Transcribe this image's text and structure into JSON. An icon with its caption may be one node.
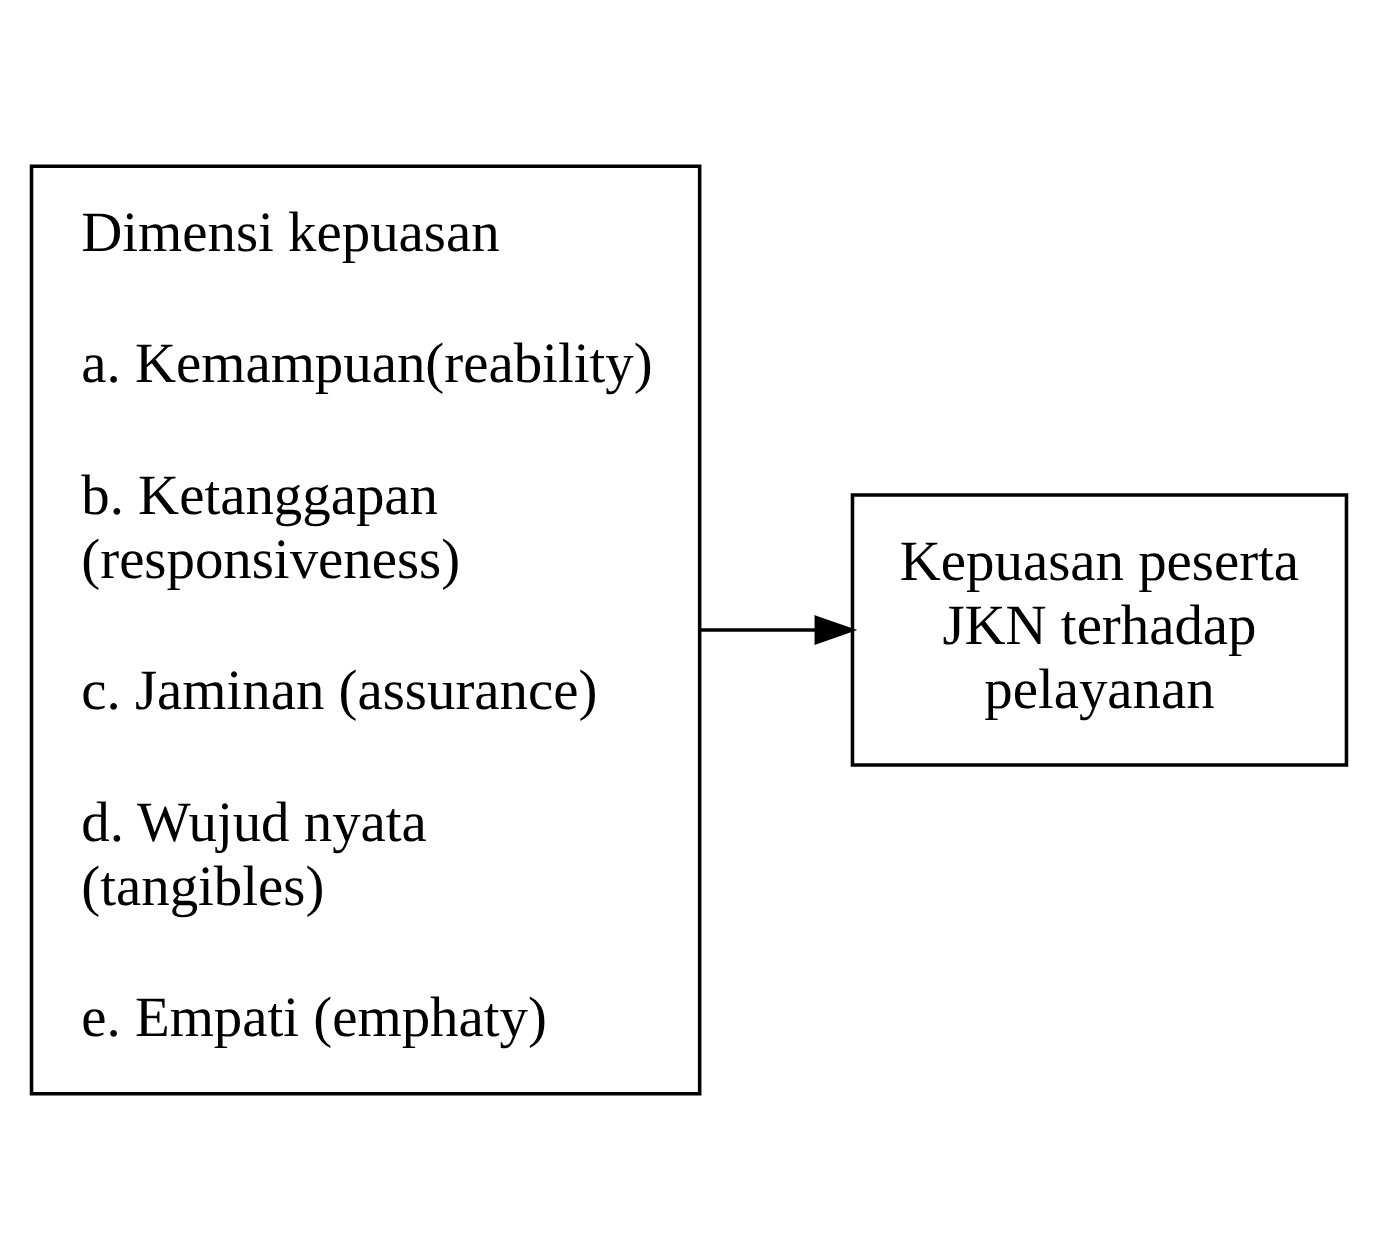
{
  "diagram": {
    "nodes": [
      {
        "text": [
          "Dimensi kepuasan",
          "a. Kemampuan(reability)",
          "b. Ketanggapan (responsiveness)",
          "c. Jaminan (assurance)",
          "d. Wujud nyata (tangibles)",
          "e. Empati (emphaty)"
        ]
      },
      {
        "text": [
          "Kepuasan peserta JKN terhadap pelayanan"
        ]
      }
    ],
    "edges": [
      {
        "from": 0,
        "to": 1,
        "arrow": "to"
      }
    ]
  }
}
